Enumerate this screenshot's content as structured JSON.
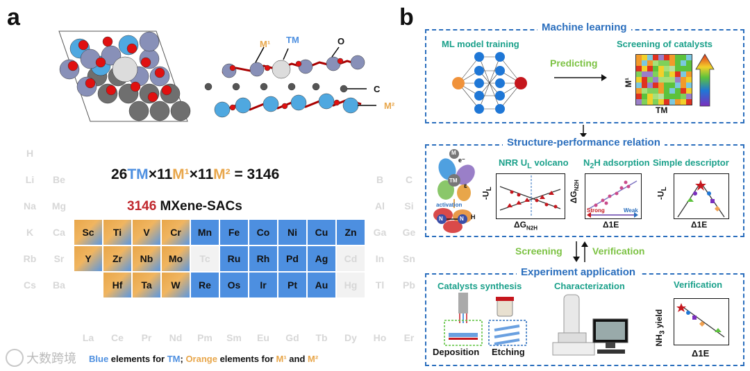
{
  "panel_a": {
    "letter": "a",
    "structure_labels": {
      "m1": "M¹",
      "tm": "TM",
      "o": "O",
      "c": "C",
      "m2": "M²"
    },
    "equation": {
      "n1": "26",
      "tm": "TM",
      "x1": "×11",
      "m1": "M¹",
      "x2": "×11",
      "m2": "M²",
      "result": " = 3146"
    },
    "count": {
      "number": "3146",
      "label": " MXene-SACs"
    },
    "legend": {
      "blue": "Blue",
      "t1": " elements for ",
      "tm": "TM",
      "t2": "; ",
      "orange": "Orange",
      "t3": " elements for ",
      "m1": "M¹",
      "t4": " and ",
      "m2": "M²"
    },
    "watermark": "大数跨境",
    "colors": {
      "blue": "#4d8fe0",
      "orange": "#e8a64a",
      "red": "#c0272d"
    }
  },
  "periodic": {
    "faded_left": [
      [
        "H"
      ],
      [
        "Li",
        "Be"
      ],
      [
        "Na",
        "Mg"
      ],
      [
        "K",
        "Ca"
      ],
      [
        "Rb",
        "Sr"
      ],
      [
        "Cs",
        "Ba"
      ]
    ],
    "faded_right": [
      [
        "B",
        "C"
      ],
      [
        "Al",
        "Si"
      ],
      [
        "Ga",
        "Ge"
      ],
      [
        "In",
        "Sn"
      ],
      [
        "Tl",
        "Pb"
      ]
    ],
    "row4": [
      "Sc",
      "Ti",
      "V",
      "Cr",
      "Mn",
      "Fe",
      "Co",
      "Ni",
      "Cu",
      "Zn"
    ],
    "row5": [
      "Y",
      "Zr",
      "Nb",
      "Mo",
      "Tc",
      "Ru",
      "Rh",
      "Pd",
      "Ag",
      "Cd"
    ],
    "row6": [
      "Hf",
      "Ta",
      "W",
      "Re",
      "Os",
      "Ir",
      "Pt",
      "Au",
      "Hg"
    ],
    "lanthanides": [
      "La",
      "Ce",
      "Pr",
      "Nd",
      "Pm",
      "Sm",
      "Eu",
      "Gd",
      "Tb",
      "Dy",
      "Ho",
      "Er"
    ]
  },
  "panel_b": {
    "letter": "b",
    "ml": {
      "title": "Machine learning",
      "training": "ML model training",
      "predicting": "Predicting",
      "screening": "Screening of catalysts",
      "ylabel": "M¹",
      "xlabel": "TM"
    },
    "sp": {
      "title": "Structure-performance relation",
      "volcano": "NRR U",
      "volcano_sub": "L",
      "volcano_tail": " volcano",
      "n2h": "N",
      "n2h_sub": "2",
      "n2h_tail": "H adsorption",
      "desc": "Simple descriptor",
      "activation": "activation",
      "strong": "Strong",
      "weak": "Weak",
      "plot1_y": "-U",
      "plot1_y_sub": "L",
      "plot1_x": "ΔG",
      "plot1_x_sub": "N2H",
      "plot2_y": "ΔG",
      "plot2_y_sub": "N2H",
      "plot2_x": "Δ1E",
      "plot3_y": "-U",
      "plot3_y_sub": "L",
      "plot3_x": "Δ1E",
      "m": "M",
      "e": "e⁻",
      "tm": "TM",
      "eps": "ε",
      "n": "N",
      "h": "H"
    },
    "flow": {
      "screening": "Screening",
      "verification": "Verification"
    },
    "exp": {
      "title": "Experiment application",
      "synthesis": "Catalysts synthesis",
      "characterization": "Characterization",
      "verification": "Verification",
      "deposition": "Deposition",
      "etching": "Etching",
      "ylabel": "NH",
      "ylabel_sub": "3",
      "ylabel_tail": " yield",
      "xlabel": "Δ1E"
    }
  }
}
